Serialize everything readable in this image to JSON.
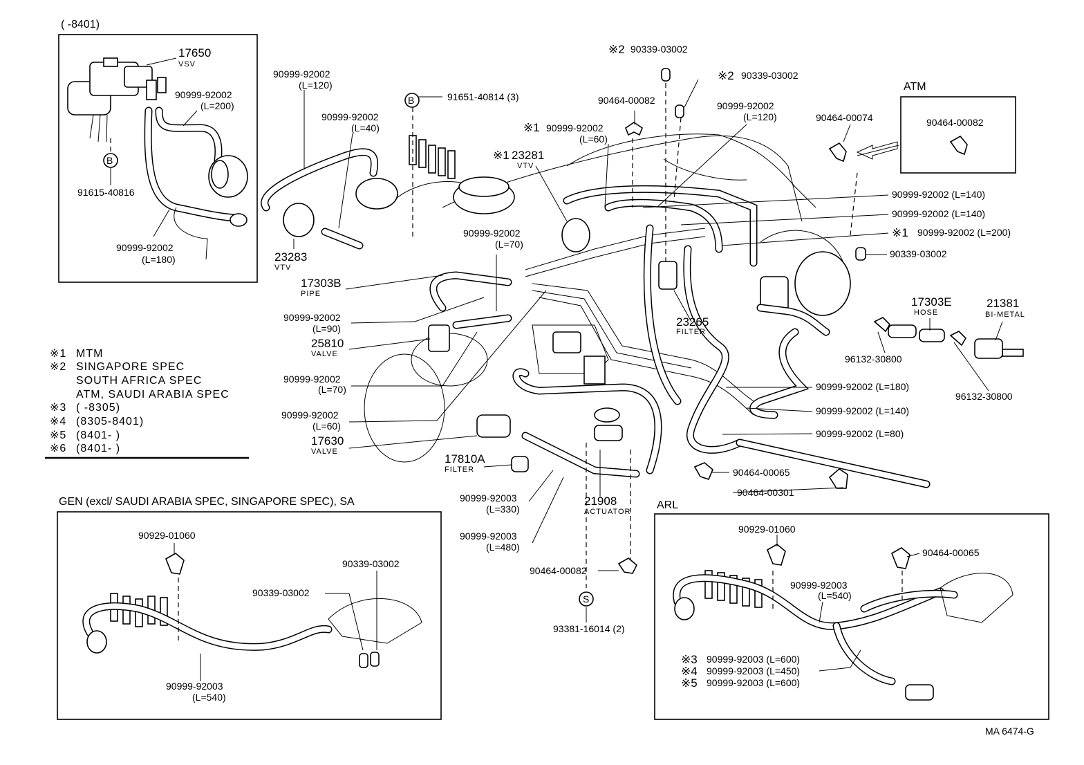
{
  "top_left": {
    "range": "(       -8401)",
    "vsv_part": "17650",
    "vsv_name": "VSV",
    "hose_a": "90999-92002",
    "hose_a_len": "(L=200)",
    "b_mark": "B",
    "b_part": "91615-40816",
    "hose_b": "90999-92002",
    "hose_b_len": "(L=180)"
  },
  "legend": {
    "m1_mark": "※1",
    "m1": "MTM",
    "m2_mark": "※2",
    "m2_l1": "SINGAPORE SPEC",
    "m2_l2": "SOUTH AFRICA SPEC",
    "m2_l3": "ATM, SAUDI ARABIA SPEC",
    "m3_mark": "※3",
    "m3": "(        -8305)",
    "m4_mark": "※4",
    "m4": "(8305-8401)",
    "m5_mark": "※5",
    "m5": "(8401-        )",
    "m6_mark": "※6",
    "m6": "(8401-        )"
  },
  "main": {
    "l01a": "90999-92002",
    "l01b": "(L=120)",
    "b2_mark": "B",
    "l02": "91651-40814 (3)",
    "l03a": "90999-92002",
    "l03b": "(L=40)",
    "l04a": "23283",
    "l04b": "VTV",
    "l05a": "17303B",
    "l05b": "PIPE",
    "l06a": "90999-92002",
    "l06b": "(L=90)",
    "l07a": "25810",
    "l07b": "VALVE",
    "l08a": "90999-92002",
    "l08b": "(L=70)",
    "l09a": "90999-92002",
    "l09b": "(L=60)",
    "l10a": "17630",
    "l10b": "VALVE",
    "l11a": "17810A",
    "l11b": "FILTER",
    "l12a": "90999-92003",
    "l12b": "(L=330)",
    "l13a": "90999-92003",
    "l13b": "(L=480)",
    "l14a": "90999-92002",
    "l14b": "(L=70)",
    "l15_mark": "※1",
    "l15a": "23281",
    "l15b": "VTV",
    "l16_mark": "※1",
    "l16a": "90999-92002",
    "l16b": "(L=60)",
    "l17": "90464-00082",
    "l18_mark": "※2",
    "l18": "90339-03002",
    "l19_mark": "※2",
    "l19": "90339-03002",
    "l20a": "90999-92002",
    "l20b": "(L=120)",
    "l21": "90464-00074",
    "atm_title": "ATM",
    "atm_part": "90464-00082",
    "l22": "90999-92002 (L=140)",
    "l23": "90999-92002 (L=140)",
    "l24_mark": "※1",
    "l24": "90999-92002 (L=200)",
    "l25": "90339-03002",
    "l26a": "23265",
    "l26b": "FILTER",
    "l27a": "17303E",
    "l27b": "HOSE",
    "l28a": "21381",
    "l28b": "BI-METAL",
    "l29": "96132-30800",
    "l30": "96132-30800",
    "l31": "90999-92002 (L=180)",
    "l32": "90999-92002 (L=140)",
    "l33": "90999-92002 (L=80)",
    "l34": "90464-00065",
    "l35": "90464-00301",
    "l36a": "21908",
    "l36b": "ACTUATOR",
    "l37": "90464-00082",
    "s_mark": "S",
    "l38": "93381-16014 (2)"
  },
  "gen_box": {
    "title": "GEN (excl/ SAUDI  ARABIA SPEC, SINGAPORE  SPEC), SA",
    "p1": "90929-01060",
    "p2": "90339-03002",
    "p3": "90339-03002",
    "p4": "90999-92003",
    "p4_len": "(L=540)"
  },
  "arl_box": {
    "title": "ARL",
    "p1": "90929-01060",
    "p2": "90464-00065",
    "p3": "90999-92003",
    "p3_len": "(L=540)",
    "r3_mark": "※3",
    "r3": "90999-92003 (L=600)",
    "r4_mark": "※4",
    "r4": "90999-92003 (L=450)",
    "r5_mark": "※5",
    "r5": "90999-92003 (L=600)"
  },
  "footer": {
    "code": "MA  6474-G"
  }
}
